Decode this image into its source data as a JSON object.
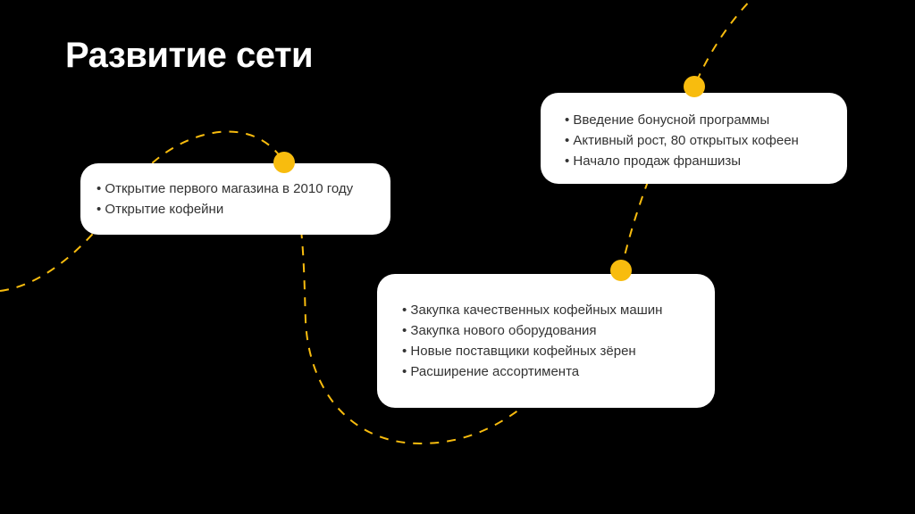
{
  "title": "Развитие сети",
  "colors": {
    "accent": "#f8bc0e",
    "background": "#000000",
    "card": "#ffffff"
  },
  "milestones": [
    {
      "items": [
        "Открытие первого магазина в 2010 году",
        "Открытие кофейни"
      ]
    },
    {
      "items": [
        "Закупка качественных кофейных машин",
        "Закупка нового оборудования",
        "Новые поставщики кофейных зёрен",
        "Расширение ассортимента"
      ]
    },
    {
      "items": [
        "Введение бонусной программы",
        "Активный рост, 80 открытых кофеен",
        "Начало продаж франшизы"
      ]
    }
  ]
}
